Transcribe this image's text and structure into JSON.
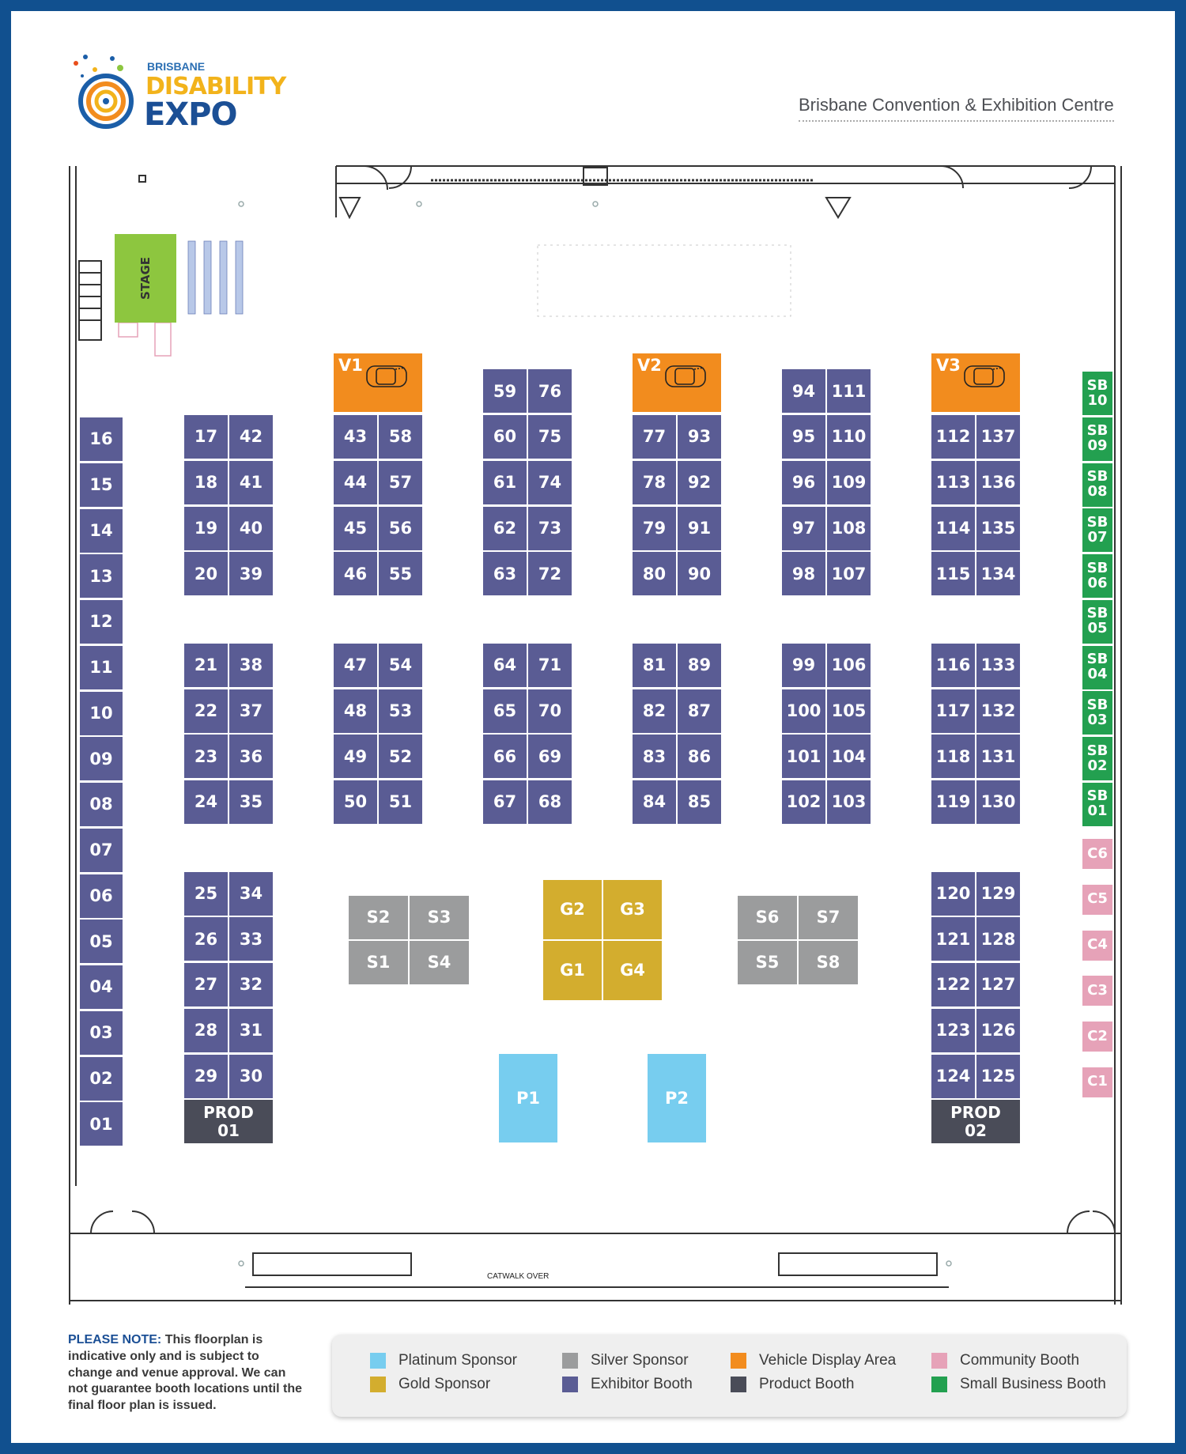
{
  "venue": "Brisbane Convention & Exhibition Centre",
  "logo": {
    "line1": "BRISBANE",
    "line2": "DISABILITY",
    "line3": "EXPO"
  },
  "stage": "STAGE",
  "catwalk": "CATWALK OVER",
  "note": {
    "label": "PLEASE NOTE:",
    "text": "This floorplan is indicative only and is subject to change and venue approval. We can not guarantee booth locations until the final floor plan is issued."
  },
  "colors": {
    "platinum": "#77cdef",
    "gold": "#d3ad2e",
    "silver": "#9b9c9d",
    "exhibitor": "#5a5c94",
    "vehicle": "#f28c1e",
    "product": "#4a4c58",
    "community": "#e6a2b8",
    "small_business": "#23a050"
  },
  "legend": [
    {
      "label": "Platinum Sponsor",
      "color": "#77cdef"
    },
    {
      "label": "Gold Sponsor",
      "color": "#d3ad2e"
    },
    {
      "label": "Silver Sponsor",
      "color": "#9b9c9d"
    },
    {
      "label": "Exhibitor Booth",
      "color": "#5a5c94"
    },
    {
      "label": "Vehicle Display Area",
      "color": "#f28c1e"
    },
    {
      "label": "Product Booth",
      "color": "#4a4c58"
    },
    {
      "label": "Community Booth",
      "color": "#e6a2b8"
    },
    {
      "label": "Small Business Booth",
      "color": "#23a050"
    }
  ],
  "booths": {
    "left_column": [
      "16",
      "15",
      "14",
      "13",
      "12",
      "11",
      "10",
      "09",
      "08",
      "07",
      "06",
      "05",
      "04",
      "03",
      "02",
      "01"
    ],
    "aisle1": {
      "left": [
        "17",
        "18",
        "19",
        "20",
        "21",
        "22",
        "23",
        "24",
        "25",
        "26",
        "27",
        "28",
        "29"
      ],
      "right": [
        "42",
        "41",
        "40",
        "39",
        "38",
        "37",
        "36",
        "35",
        "34",
        "33",
        "32",
        "31",
        "30"
      ],
      "prod": "PROD 01"
    },
    "aisle2": {
      "left": [
        "43",
        "44",
        "45",
        "46",
        "47",
        "48",
        "49",
        "50"
      ],
      "right": [
        "58",
        "57",
        "56",
        "55",
        "54",
        "53",
        "52",
        "51"
      ],
      "vehicle": "V1"
    },
    "aisle3": {
      "left": [
        "59",
        "60",
        "61",
        "62",
        "63",
        "64",
        "65",
        "66",
        "67"
      ],
      "right": [
        "76",
        "75",
        "74",
        "73",
        "72",
        "71",
        "70",
        "69",
        "68"
      ]
    },
    "aisle4": {
      "left": [
        "77",
        "78",
        "79",
        "80",
        "81",
        "82",
        "83",
        "84"
      ],
      "right": [
        "93",
        "92",
        "91",
        "90",
        "89",
        "87",
        "86",
        "85"
      ],
      "vehicle": "V2"
    },
    "aisle5": {
      "left": [
        "94",
        "95",
        "96",
        "97",
        "98",
        "99",
        "100",
        "101",
        "102"
      ],
      "right": [
        "111",
        "110",
        "109",
        "108",
        "107",
        "106",
        "105",
        "104",
        "103"
      ]
    },
    "aisle6": {
      "left": [
        "112",
        "113",
        "114",
        "115",
        "116",
        "117",
        "118",
        "119",
        "120",
        "121",
        "122",
        "123",
        "124"
      ],
      "right": [
        "137",
        "136",
        "135",
        "134",
        "133",
        "132",
        "131",
        "130",
        "129",
        "128",
        "127",
        "126",
        "125"
      ],
      "prod": "PROD 02",
      "vehicle": "V3"
    },
    "small_business": [
      "SB 10",
      "SB 09",
      "SB 08",
      "SB 07",
      "SB 06",
      "SB 05",
      "SB 04",
      "SB 03",
      "SB 02",
      "SB 01"
    ],
    "community": [
      "C6",
      "C5",
      "C4",
      "C3",
      "C2",
      "C1"
    ],
    "silver_left": [
      "S2",
      "S3",
      "S1",
      "S4"
    ],
    "silver_right": [
      "S6",
      "S7",
      "S5",
      "S8"
    ],
    "gold": [
      "G2",
      "G3",
      "G1",
      "G4"
    ],
    "platinum": [
      "P1",
      "P2"
    ]
  }
}
